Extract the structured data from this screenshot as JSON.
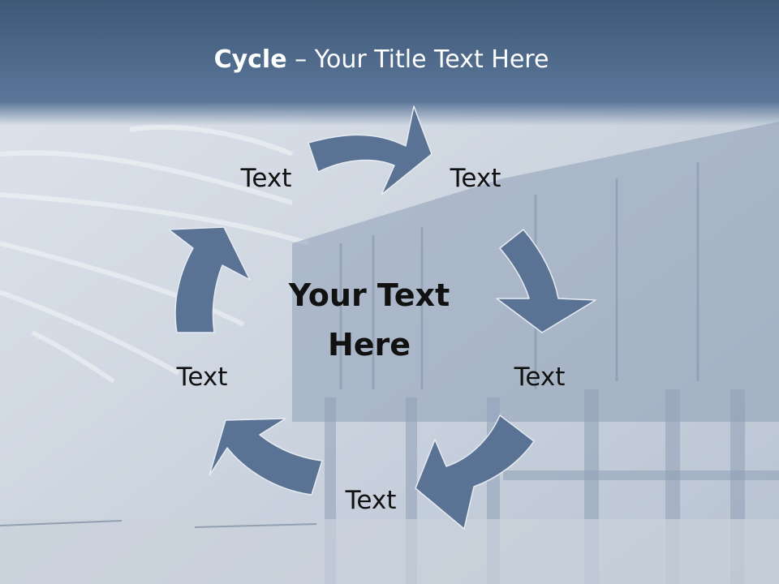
{
  "slide": {
    "title_bold": "Cycle",
    "title_rest": " – Your Title Text Here"
  },
  "cycle": {
    "center_line1": "Your Text",
    "center_line2": "Here",
    "nodes": [
      "Text",
      "Text",
      "Text",
      "Text",
      "Text"
    ]
  },
  "colors": {
    "arrow": "#5a7395",
    "header_band": "#4f6a8c",
    "text": "#111111"
  }
}
